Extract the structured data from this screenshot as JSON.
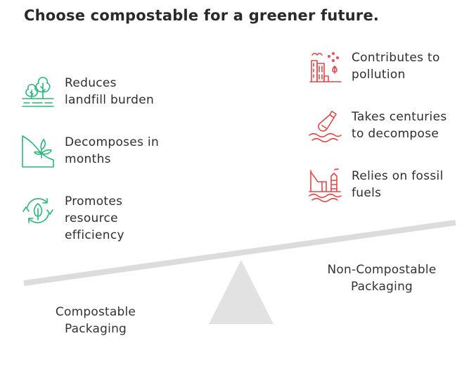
{
  "title": "Choose compostable for a greener future.",
  "colors": {
    "green": "#2bb57b",
    "red": "#e0494a",
    "beam": "#dcdcdc",
    "fulcrum": "#e2e2e2"
  },
  "left": {
    "caption": "Compostable\nPackaging",
    "items": [
      {
        "icon": "trees-landfill-icon",
        "label": "Reduces\nlandfill burden"
      },
      {
        "icon": "sprouting-plant-icon",
        "label": "Decomposes in\nmonths"
      },
      {
        "icon": "recycle-leaf-icon",
        "label": "Promotes\nresource\nefficiency"
      }
    ]
  },
  "right": {
    "caption": "Non-Compostable\nPackaging",
    "items": [
      {
        "icon": "factory-pollution-icon",
        "label": "Contributes to\npollution"
      },
      {
        "icon": "bottle-in-water-icon",
        "label": "Takes centuries\nto decompose"
      },
      {
        "icon": "oil-rig-icon",
        "label": "Relies on fossil\nfuels"
      }
    ]
  }
}
